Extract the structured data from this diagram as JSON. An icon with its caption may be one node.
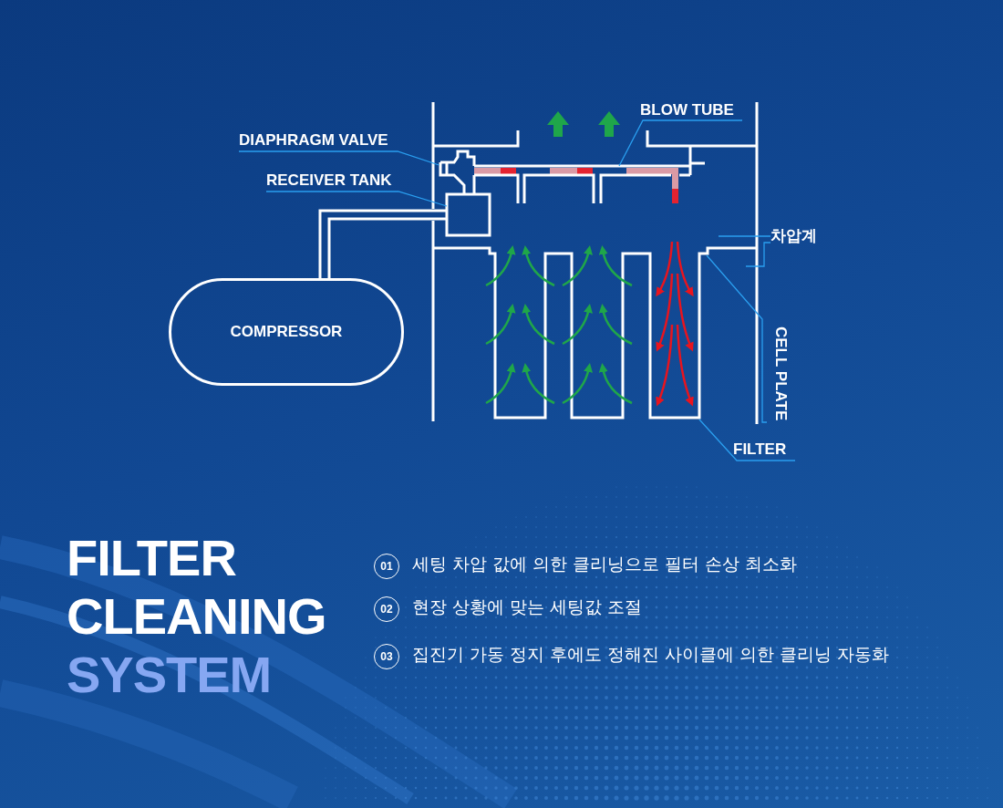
{
  "diagram": {
    "title": "FILTER CLEANING SYSTEM",
    "nodes": [
      {
        "text": [
          "DIAPHRAGM VALVE"
        ]
      },
      {
        "text": [
          "RECEIVER TANK"
        ]
      },
      {
        "text": [
          "BLOW TUBE"
        ]
      },
      {
        "text": [
          "차압계"
        ]
      },
      {
        "text": [
          "CELL PLATE"
        ]
      },
      {
        "text": [
          "FILTER"
        ]
      },
      {
        "text": [
          "COMPRESSOR"
        ]
      },
      {
        "text": [],
        "shape": "picture"
      },
      {
        "text": [],
        "shape": "box"
      }
    ],
    "edges": [
      {
        "from": 0,
        "to": 7,
        "arrow": "none"
      },
      {
        "from": 1,
        "to": 8,
        "arrow": "none"
      },
      {
        "from": 2,
        "to": null,
        "arrow": "none"
      },
      {
        "from": 3,
        "to": null,
        "arrow": "none"
      },
      {
        "from": 3,
        "to": null,
        "arrow": "none"
      },
      {
        "from": 4,
        "to": null,
        "arrow": "none"
      },
      {
        "from": 5,
        "to": null,
        "arrow": "none"
      },
      {
        "from": 6,
        "to": 8,
        "arrow": "none",
        "style": "thick",
        "color": "#ffffff"
      }
    ],
    "labels": [
      "01",
      "세팅 차압 값에 의한 클리닝으로 필터 손상 최소화",
      "02",
      "현장 상황에 맞는 세팅값 조절",
      "03",
      "집진기 가동 정지 후에도 정해진 사이클에 의한 클리닝 자동화"
    ]
  }
}
